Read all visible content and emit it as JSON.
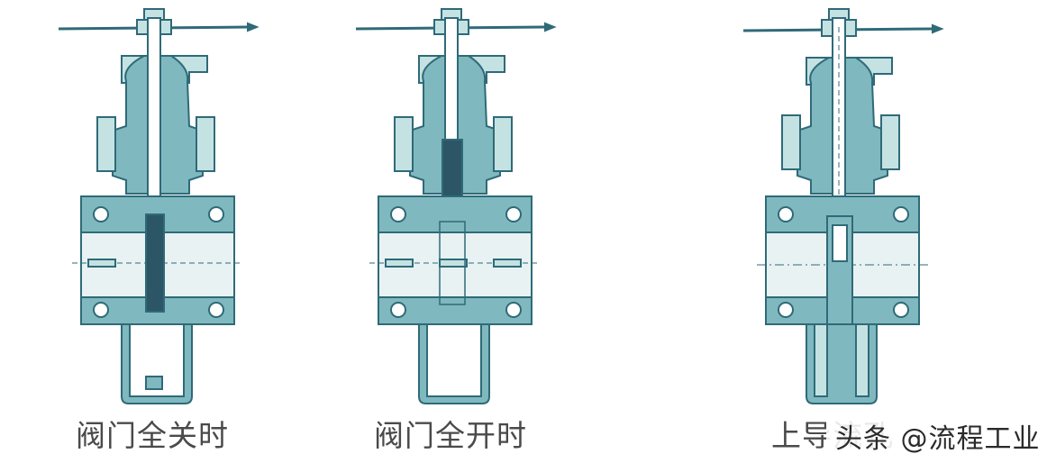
{
  "captions": {
    "closed": "阀门全关时",
    "open": "阀门全开时",
    "guide": "上导流孔"
  },
  "watermark": {
    "text": "头条 @流程工业"
  },
  "colors": {
    "fill": "#7fb9bf",
    "fill_light": "#c5e2e3",
    "stroke": "#2f6a78",
    "dark": "#2c5665",
    "bore": "#e8f2f3"
  }
}
